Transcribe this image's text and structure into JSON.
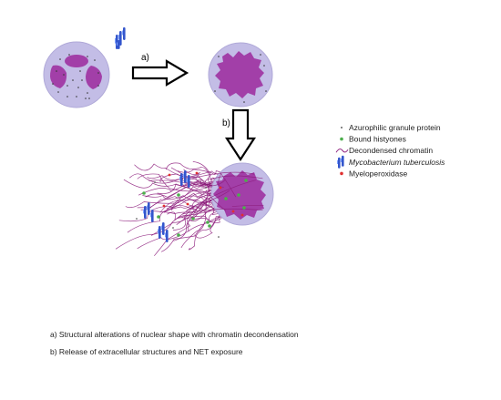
{
  "steps": {
    "a": "a)",
    "b": "b)"
  },
  "legend": [
    {
      "key": "azurophilic",
      "label": "Azurophilic granule protein",
      "symbol": "dot",
      "color": "#333333"
    },
    {
      "key": "histones",
      "label": "Bound histyones",
      "symbol": "dot",
      "color": "#4cae4c"
    },
    {
      "key": "chromatin",
      "label": "Decondensed chromatin",
      "symbol": "wave",
      "color": "#8b1a7a"
    },
    {
      "key": "mtb",
      "label": "Mycobacterium tuberculosis",
      "symbol": "bacteria",
      "color": "#3355cc",
      "italic": true
    },
    {
      "key": "mpo",
      "label": "Myeloperoxidase",
      "symbol": "dot",
      "color": "#e03030"
    }
  ],
  "captions": {
    "a": "a) Structural alterations of nuclear shape with chromatin decondensation",
    "b": "b) Release of extracellular structures and NET exposure"
  },
  "colors": {
    "cytoplasm": "#c3bde6",
    "nucleus": "#a23fa8",
    "chromatin": "#8b1a7a",
    "bacteria": "#3355cc",
    "histone": "#4cae4c",
    "mpo": "#e03030",
    "granule": "#333333"
  }
}
